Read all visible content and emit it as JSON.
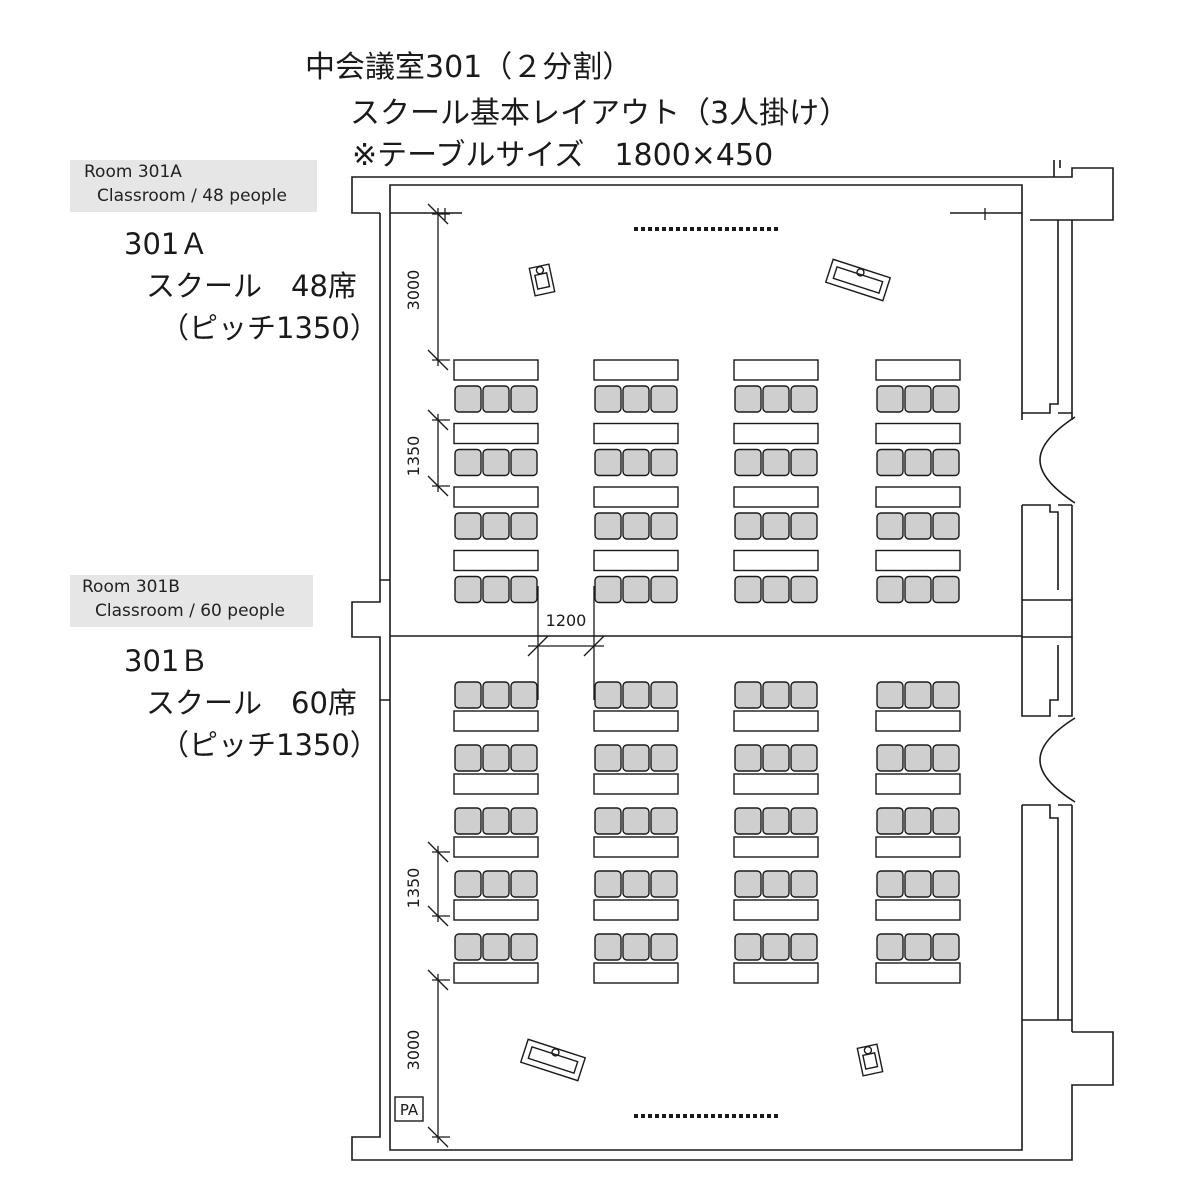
{
  "header": {
    "line1": "中会議室301（２分割）",
    "line2": "スクール基本レイアウト（3人掛け）",
    "line3": "※テーブルサイズ　1800×450"
  },
  "room_a": {
    "label_line1": "Room 301A",
    "label_line2": "Classroom / 48 people",
    "name": "301Ａ",
    "layout": "スクール　48席",
    "pitch": "（ピッチ1350）",
    "table_rows": 4
  },
  "room_b": {
    "label_line1": "Room 301B",
    "label_line2": "Classroom / 60 people",
    "name": "301Ｂ",
    "layout": "スクール　60席",
    "pitch": "（ピッチ1350）",
    "table_rows": 5
  },
  "dimensions": {
    "front_a": "3000",
    "pitch_a": "1350",
    "aisle": "1200",
    "pitch_b": "1350",
    "front_b": "3000"
  },
  "equipment": {
    "pa": "PA"
  },
  "colors": {
    "line": "#1a1a1a",
    "chair_fill": "#cfcfcf",
    "label_bg": "#e6e6e6"
  }
}
